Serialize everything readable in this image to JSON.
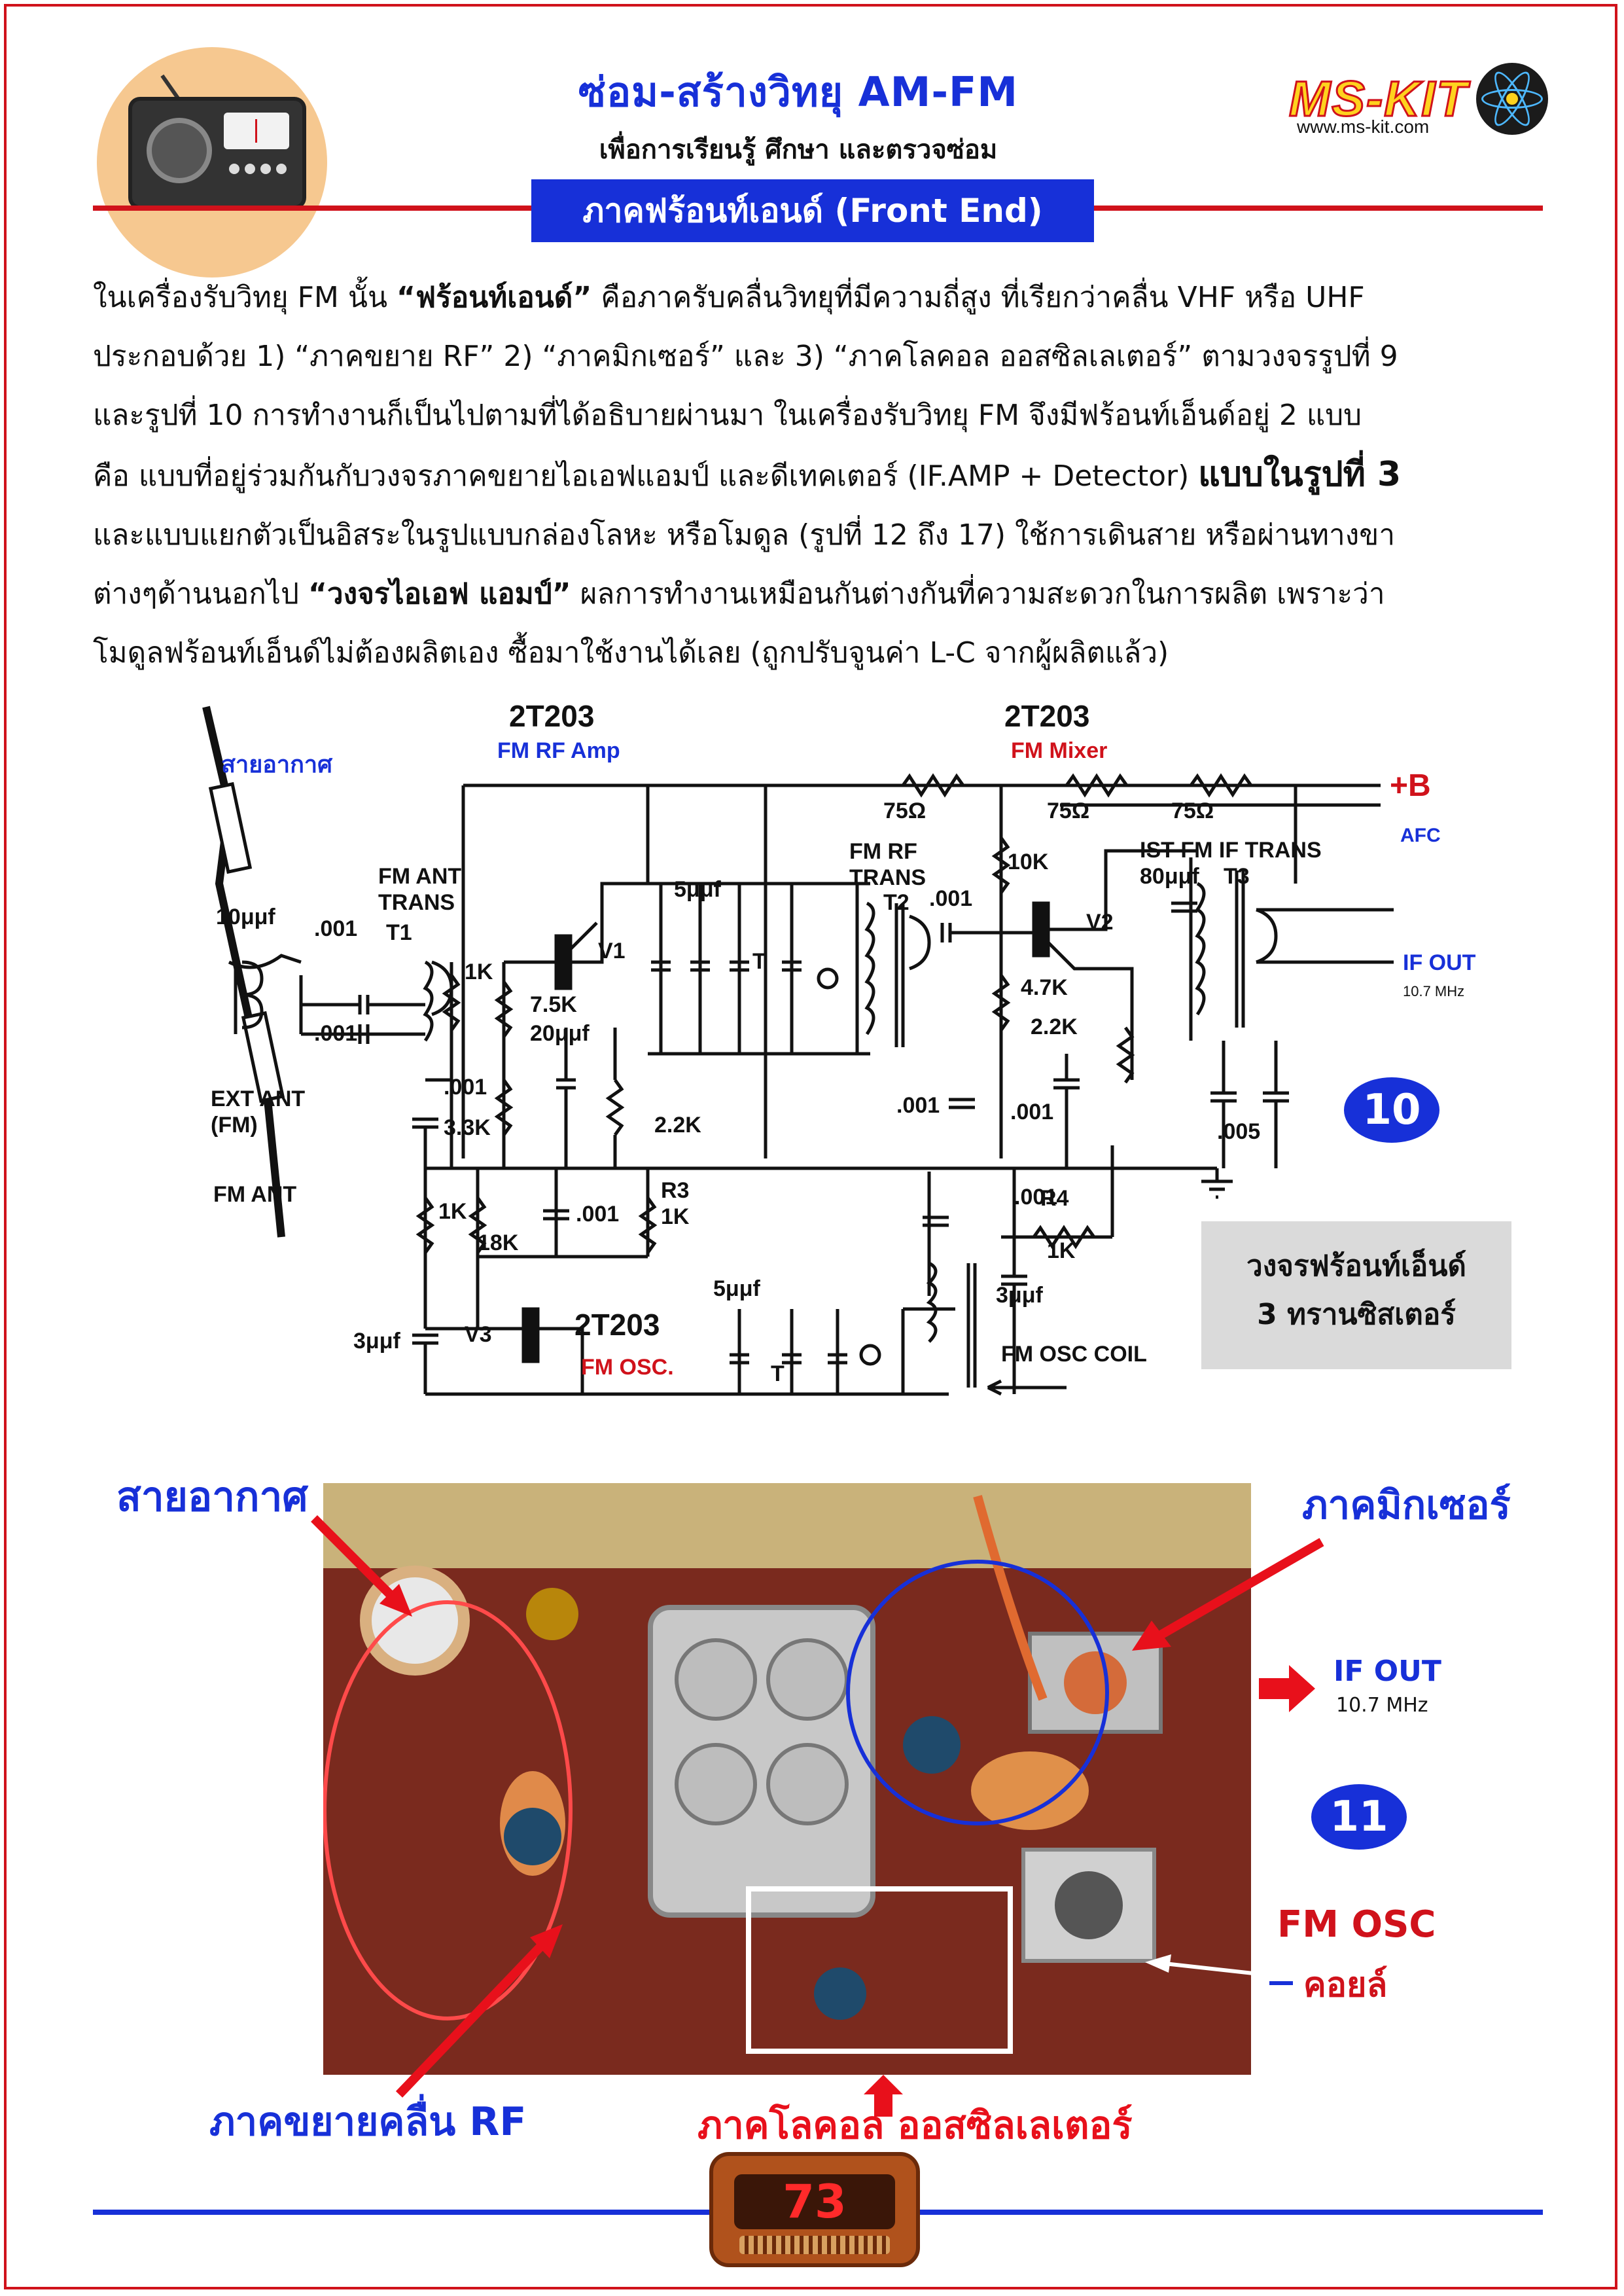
{
  "header": {
    "title": "ซ่อม-สร้างวิทยุ AM-FM",
    "subtitle": "เพื่อการเรียนรู้ ศึกษา และตรวจซ่อม",
    "section_tag": "ภาคฟร้อนท์เอนด์ (Front End)",
    "brand": "MS-KIT",
    "website": "www.ms-kit.com"
  },
  "body": {
    "l1_a": "ในเครื่องรับวิทยุ FM นั้น ",
    "l1_b": "“ฟร้อนท์เอนด์”",
    "l1_c": "  คือภาครับคลื่นวิทยุที่มีความถี่สูง  ที่เรียกว่าคลื่น VHF หรือ UHF",
    "l2": "ประกอบด้วย 1) “ภาคขยาย RF”  2) “ภาคมิกเซอร์” และ 3)  “ภาคโลคอล ออสซิลเลเตอร์”   ตามวงจรรูปที่ 9",
    "l3": "และรูปที่ 10 การทำงานก็เป็นไปตามที่ได้อธิบายผ่านมา   ในเครื่องรับวิทยุ FM จึงมีฟร้อนท์เอ็นด์อยู่ 2 แบบ",
    "l4_a": "คือ แบบที่อยู่ร่วมกันกับวงจรภาคขยายไอเอฟแอมป์ และดีเทคเตอร์ (IF.AMP + Detector) ",
    "l4_b": "แบบในรูปที่ 3",
    "l5": "และแบบแยกตัวเป็นอิสระในรูปแบบกล่องโลหะ หรือโมดูล (รูปที่ 12 ถึง 17) ใช้การเดินสาย หรือผ่านทางขา",
    "l6_a": "ต่างๆด้านนอกไป ",
    "l6_b": "“วงจรไอเอฟ แอมป์”",
    "l6_c": " ผลการทำงานเหมือนกันต่างกันที่ความสะดวกในการผลิต เพราะว่า",
    "l7": "โมดูลฟร้อนท์เอ็นด์ไม่ต้องผลิตเอง ซื้อมาใช้งานได้เลย (ถูกปรับจูนค่า L-C จากผู้ผลิตแล้ว)"
  },
  "schematic": {
    "q1_part": "2T203",
    "q1_role": "FM RF Amp",
    "q2_part": "2T203",
    "q2_role": "FM Mixer",
    "q3_part": "2T203",
    "q3_role": "FM OSC.",
    "antenna_th": "สายอากาศ",
    "plus_b": "+B",
    "afc": "AFC",
    "if_out": "IF OUT",
    "if_freq": "10.7 MHz",
    "r75a": "75Ω",
    "r75b": "75Ω",
    "r75c": "75Ω",
    "ant_trans_1": "FM ANT",
    "ant_trans_2": "TRANS",
    "t1": "T1",
    "c10": "10μμf",
    "c001a": ".001",
    "c001b": ".001",
    "r1k": "1K",
    "v1": "V1",
    "r75k": "7.5K",
    "c20": "20μμf",
    "ext1": "EXT ANT",
    "ext2": "(FM)",
    "c001c": ".001",
    "r33k": "3.3K",
    "r22k": "2.2K",
    "c5a": "5μμf",
    "t_a": "T",
    "rf1": "FM RF",
    "rf2": "TRANS",
    "t2": "T2",
    "c001d": ".001",
    "r10k": "10K",
    "v2": "V2",
    "r47k": "4.7K",
    "r22k2": "2.2K",
    "c001e": ".001",
    "c001f": ".001",
    "if1": "IST FM IF TRANS",
    "c80": "80μμf",
    "t3": "T3",
    "c005": ".005",
    "fm_ant": "FM ANT",
    "r1k2": "1K",
    "r18k": "18K",
    "c001g": ".001",
    "r3": "R3",
    "r3v": "1K",
    "c001h": ".001",
    "r4": "R4",
    "r4v": "1K",
    "c3a": "3μμf",
    "v3": "V3",
    "c5b": "5μμf",
    "t_b": "T",
    "c3b": "3μμf",
    "osc_coil": "FM OSC COIL",
    "fig_num": "10",
    "box_1": "วงจรฟร้อนท์เอ็นด์",
    "box_2": "3 ทรานซิสเตอร์"
  },
  "photo": {
    "antenna": "สายอากาศ",
    "mixer": "ภาคมิกเซอร์",
    "if_out": "IF OUT",
    "if_freq": "10.7 MHz",
    "fig_num": "11",
    "osc_1": "FM OSC",
    "osc_2": "คอยล์",
    "rf_amp": "ภาคขยายคลื่น RF",
    "local_osc": "ภาคโลคอล ออสซิลเลเตอร์"
  },
  "footer": {
    "page_number": "73"
  },
  "colors": {
    "accent_red": "#d0121b",
    "accent_blue": "#1730d8"
  }
}
